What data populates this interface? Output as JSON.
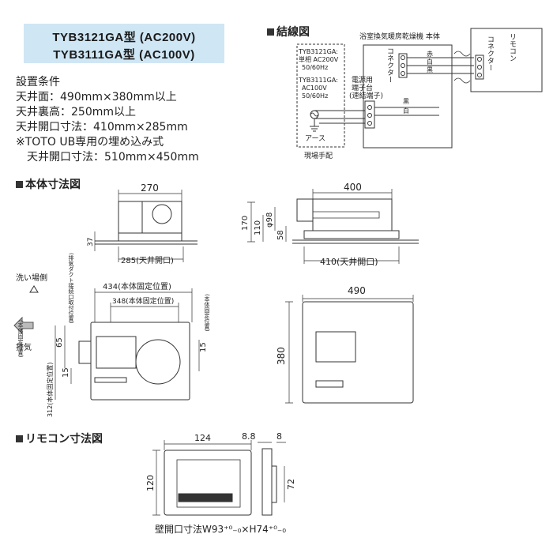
{
  "models": {
    "line1": "TYB3121GA型 (AC200V)",
    "line2": "TYB3111GA型 (AC100V)"
  },
  "conditions": {
    "heading": "設置条件",
    "lines": [
      "天井面：490mm×380mm以上",
      "天井裏高：250mm以上",
      "天井開口寸法：410mm×285mm",
      "※TOTO UB専用の埋め込み式",
      "　天井開口寸法：510mm×450mm"
    ]
  },
  "wiring": {
    "title": "結線図",
    "unit_label": "浴室換気暖房乾燥機 本体",
    "remote_label": "リモコン",
    "connector_label": "コネクター",
    "connector_label_2": "コネクター",
    "wire_colors": [
      "赤",
      "白",
      "黒"
    ],
    "spec_200v": [
      "TYB3121GA:",
      "単相 AC200V",
      "50/60Hz"
    ],
    "spec_100v": [
      "TYB3111GA:",
      "AC100V",
      "50/60Hz"
    ],
    "terminal_label": [
      "電源用",
      "端子台",
      "(速結端子)"
    ],
    "power_wire_colors": [
      "黒",
      "白"
    ],
    "earth_label": "アース",
    "site_label": "現場手配"
  },
  "body_dims": {
    "title": "本体寸法図",
    "side_a": {
      "width": "270",
      "depth": "37",
      "opening": "285(天井開口)"
    },
    "side_b": {
      "width": "400",
      "h170": "170",
      "h110": "110",
      "d98": "φ98",
      "h58": "58",
      "opening": "410(天井開口)"
    },
    "top": {
      "wash_side": "洗い場側",
      "exhaust": "排気",
      "w434": "434(本体固定位置)",
      "w348": "348(本体固定位置)",
      "duct_note": "(排気ダクト接続口取付位置)",
      "h65": "65",
      "h15a": "15",
      "h15b": "15",
      "v312": "312(本体固定位置)",
      "fix_note_left": "(本体固定位置)",
      "fix_note_right": "(本体固定位置)"
    },
    "face": {
      "w490": "490",
      "h380": "380"
    }
  },
  "remote_dims": {
    "title": "リモコン寸法図",
    "w124": "124",
    "h120": "120",
    "d88": "8.8",
    "d8": "8",
    "h72": "72",
    "wall_opening": "壁開口寸法W93⁺⁰₋₀×H74⁺⁰₋₀"
  }
}
